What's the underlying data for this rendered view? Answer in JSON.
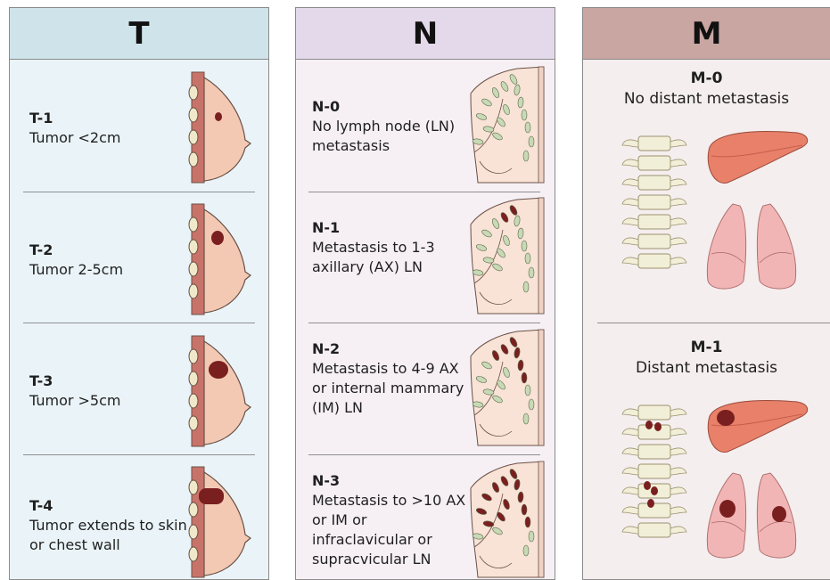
{
  "columns": {
    "t": {
      "title": "T",
      "header_color": "#cfe3ea",
      "body_color": "#eaf4f8",
      "stages": [
        {
          "code": "T-1",
          "desc": "Tumor <2cm",
          "tumor_size": 1
        },
        {
          "code": "T-2",
          "desc": "Tumor 2-5cm",
          "tumor_size": 2
        },
        {
          "code": "T-3",
          "desc": "Tumor >5cm",
          "tumor_size": 3
        },
        {
          "code": "T-4",
          "desc": "Tumor extends to skin or chest wall",
          "tumor_size": 4
        }
      ]
    },
    "n": {
      "title": "N",
      "header_color": "#e4d9ea",
      "body_color": "#f6f0f5",
      "stages": [
        {
          "code": "N-0",
          "desc": "No lymph node (LN) metastasis",
          "affected_nodes": 0
        },
        {
          "code": "N-1",
          "desc": "Metastasis to 1-3 axillary (AX) LN",
          "affected_nodes": 2
        },
        {
          "code": "N-2",
          "desc": "Metastasis to 4-9 AX or internal mammary (IM) LN",
          "affected_nodes": 6
        },
        {
          "code": "N-3",
          "desc": "Metastasis to >10 AX or IM or infraclavicular or supracvicular LN",
          "affected_nodes": 12
        }
      ]
    },
    "m": {
      "title": "M",
      "header_color": "#c9a6a2",
      "body_color": "#f5eeee",
      "stages": [
        {
          "code": "M-0",
          "desc": "No distant metastasis",
          "metastasis": false
        },
        {
          "code": "M-1",
          "desc": "Distant metastasis",
          "metastasis": true
        }
      ]
    }
  },
  "colors": {
    "skin": "#f3c9b4",
    "skin_outline": "#6a5046",
    "chest_wall": "#c8736a",
    "rib": "#efe9c9",
    "tumor": "#7a1f1f",
    "node": "#c8d9b5",
    "liver": "#e8806a",
    "lung": "#f2b5b5",
    "spine": "#f2efd8"
  }
}
